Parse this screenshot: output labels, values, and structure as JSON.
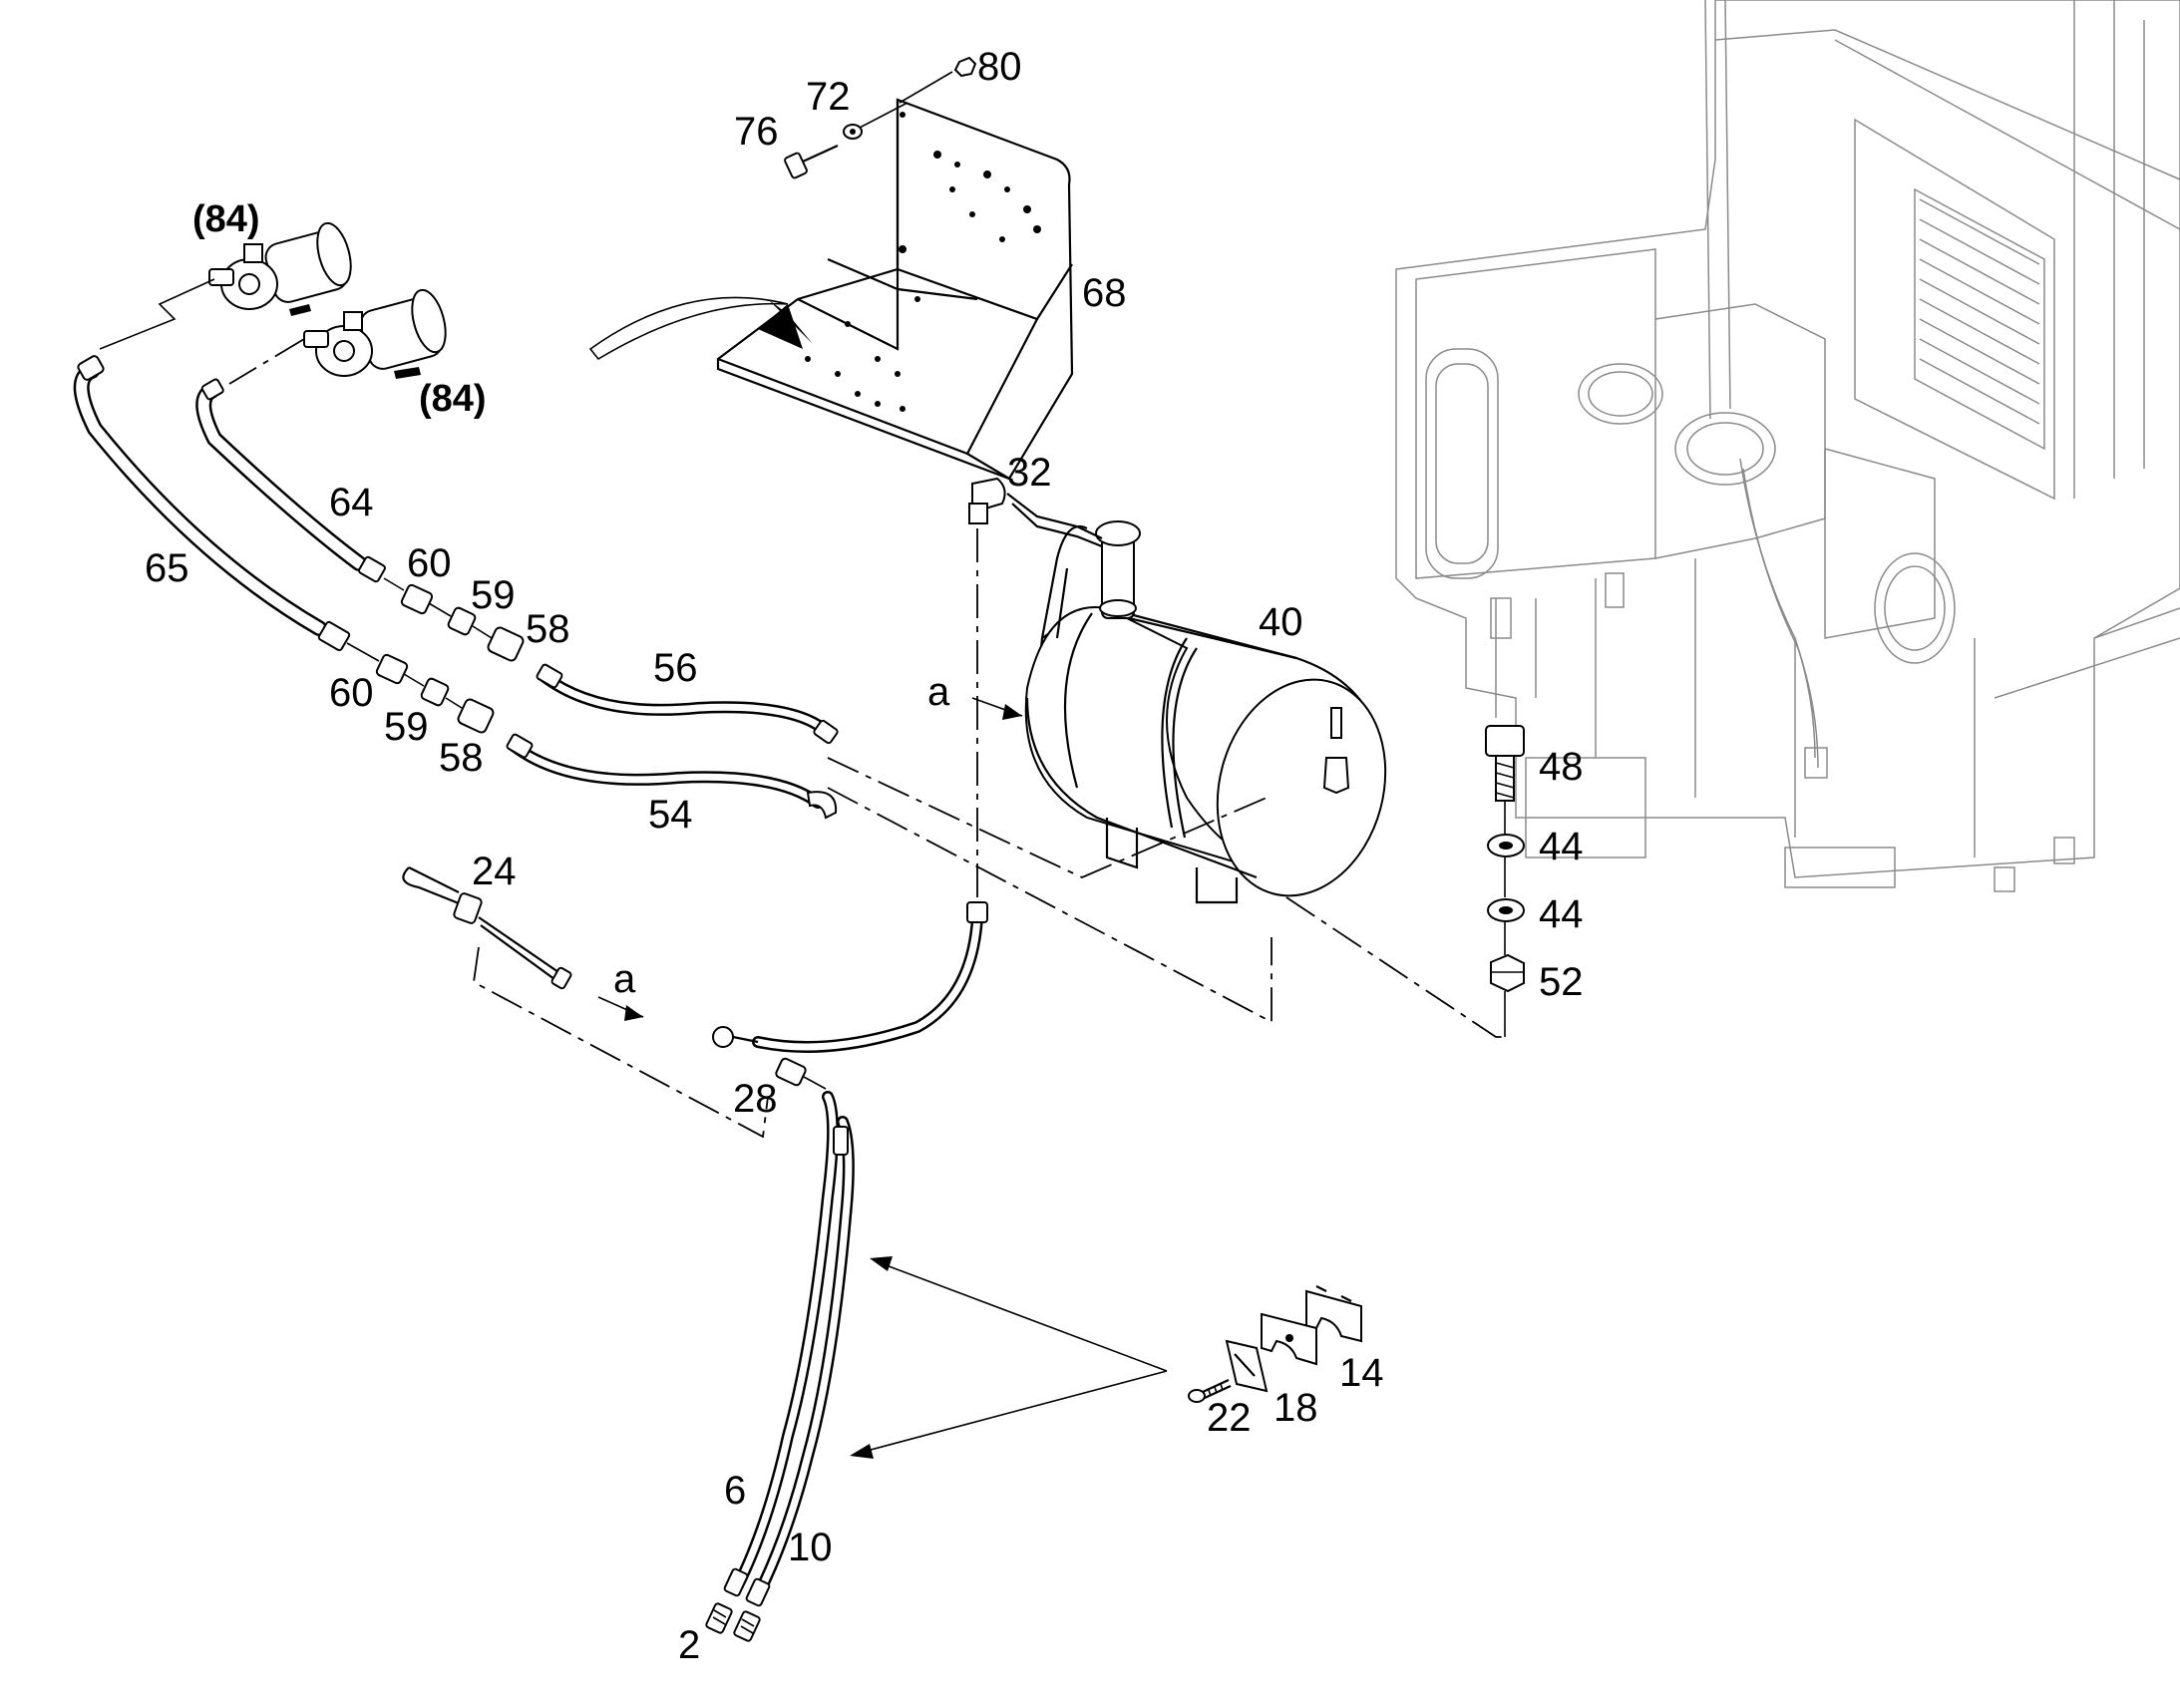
{
  "callouts": {
    "c80": "80",
    "c72": "72",
    "c76": "76",
    "c84a": "(84)",
    "c84b": "(84)",
    "c68": "68",
    "c64": "64",
    "c65": "65",
    "c60a": "60",
    "c59a": "59",
    "c58a": "58",
    "c56": "56",
    "c60b": "60",
    "c59b": "59",
    "c58b": "58",
    "c54": "54",
    "c32": "32",
    "c40": "40",
    "a1": "a",
    "c48": "48",
    "c44a": "44",
    "c44b": "44",
    "c52": "52",
    "c24": "24",
    "a2": "a",
    "c28": "28",
    "c14": "14",
    "c18": "18",
    "c22": "22",
    "c6": "6",
    "c10": "10",
    "c2": "2"
  }
}
